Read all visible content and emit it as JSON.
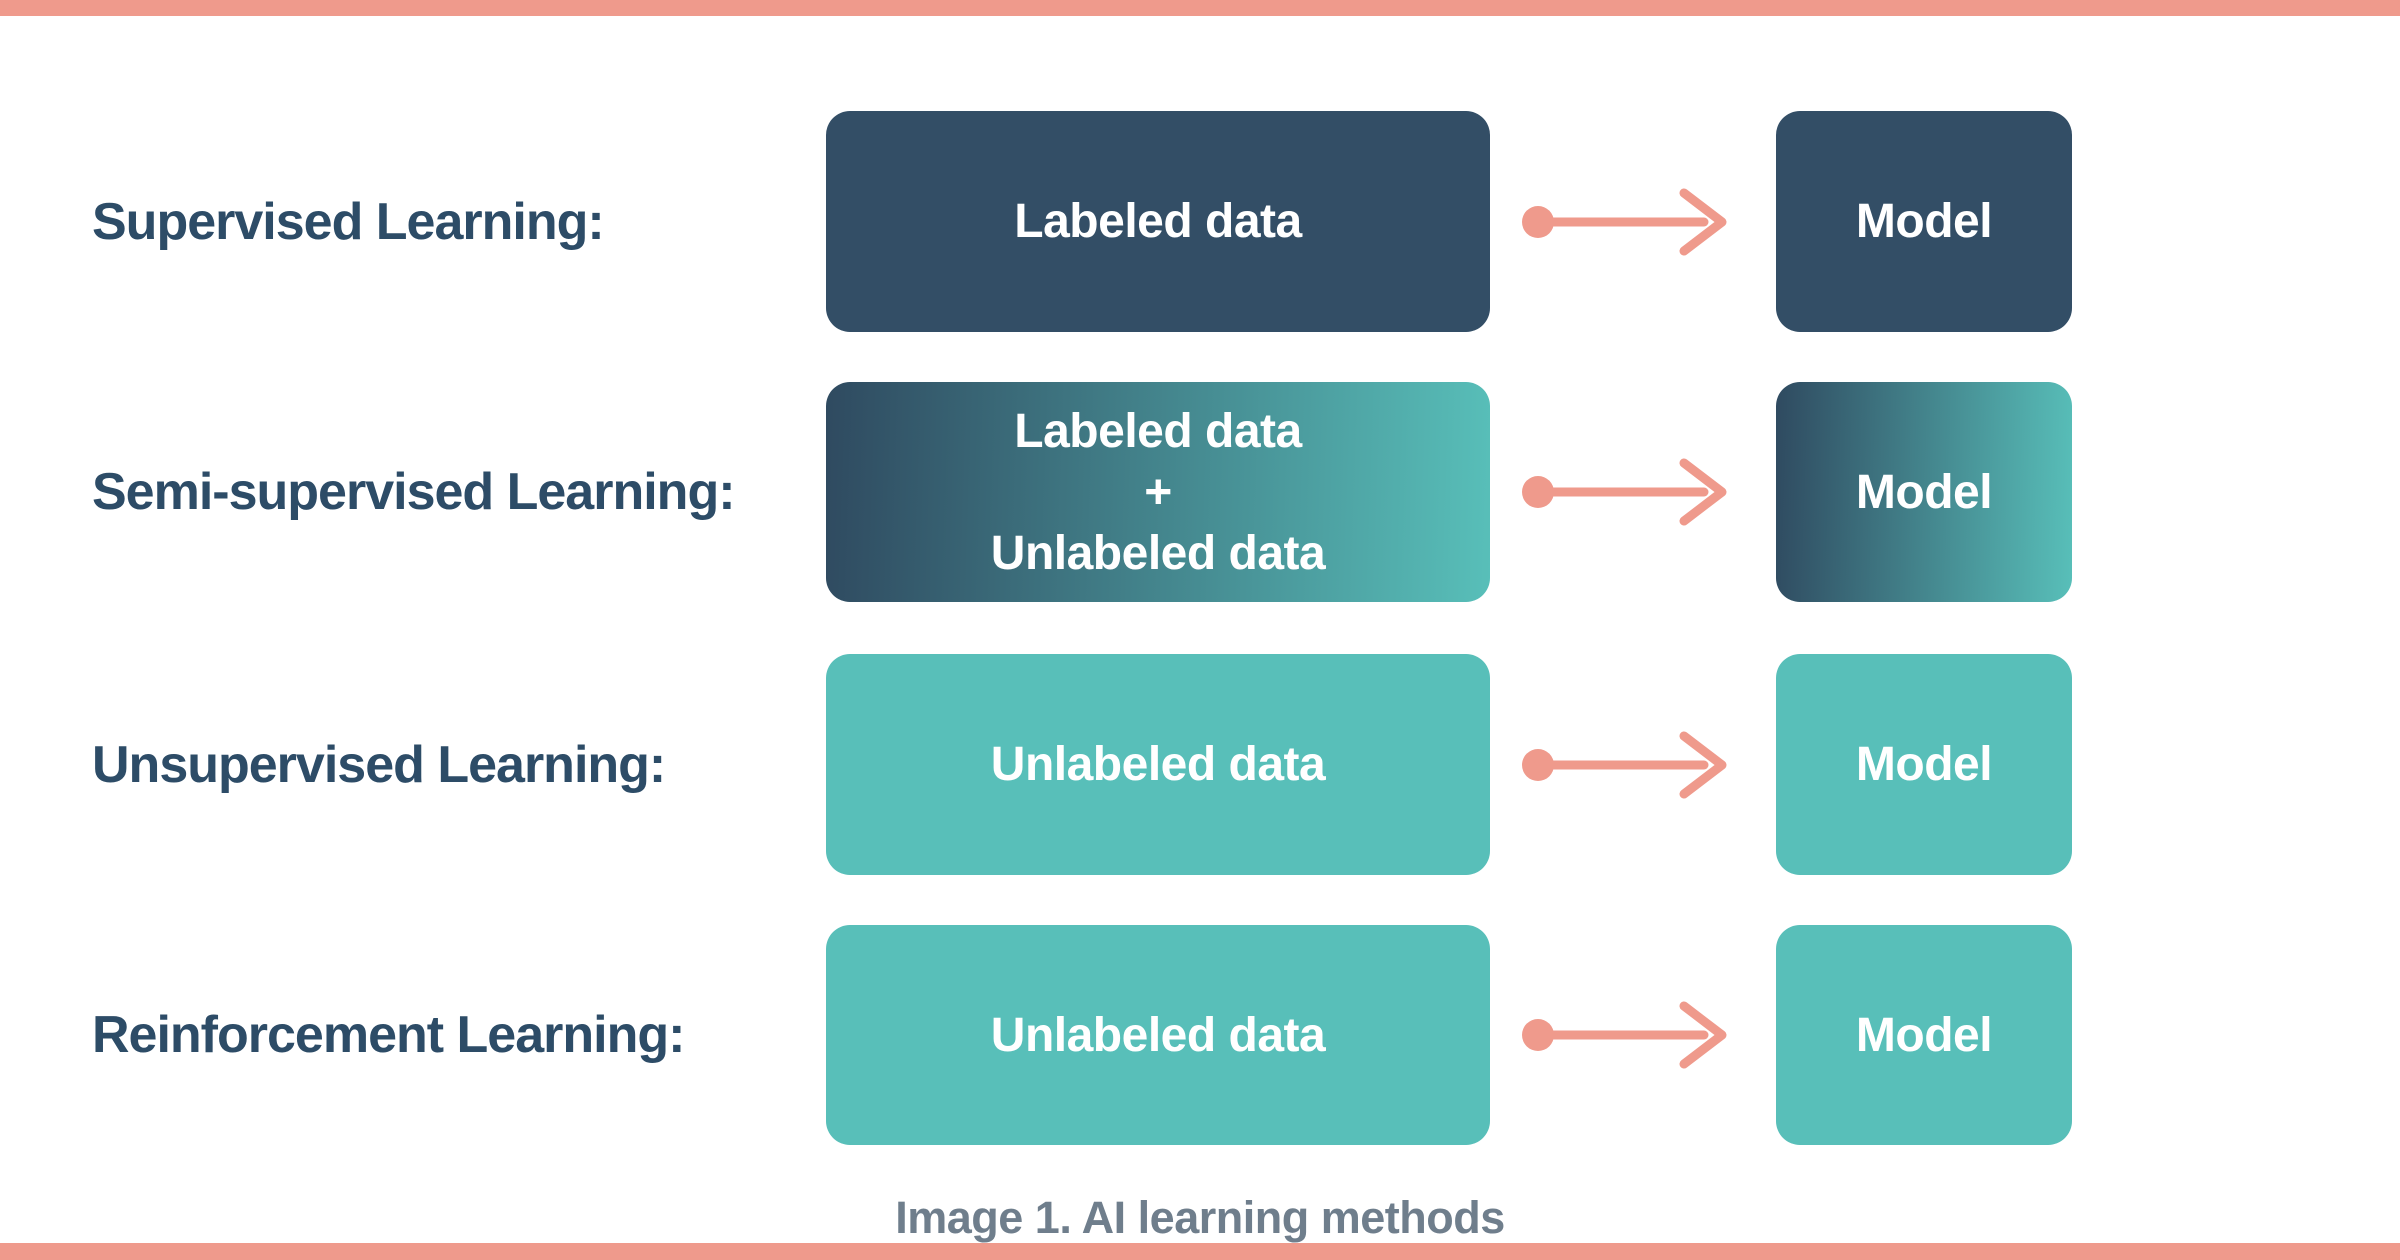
{
  "page": {
    "background": "#FFFFFF",
    "caption": "Image 1. AI learning methods"
  },
  "colors": {
    "accent_salmon": "#EF9A8C",
    "navy": "#334E66",
    "teal": "#58BFB9",
    "gradient_start": "#2F4A60",
    "gradient_end": "#58BFB9",
    "label_text": "#2D4C67",
    "box_text": "#FFFFFF",
    "caption_text": "#6F7E8C"
  },
  "rows": [
    {
      "label": "Supervised Learning:",
      "box_lines": [
        "Labeled data"
      ],
      "box_style": "navy",
      "model_label": "Model",
      "model_style": "navy"
    },
    {
      "label": "Semi-supervised Learning:",
      "box_lines": [
        "Labeled data",
        "+",
        "Unlabeled data"
      ],
      "box_style": "gradient",
      "model_label": "Model",
      "model_style": "gradient"
    },
    {
      "label": "Unsupervised Learning:",
      "box_lines": [
        "Unlabeled data"
      ],
      "box_style": "teal",
      "model_label": "Model",
      "model_style": "teal"
    },
    {
      "label": "Reinforcement Learning:",
      "box_lines": [
        "Unlabeled data"
      ],
      "box_style": "teal",
      "model_label": "Model",
      "model_style": "teal"
    }
  ]
}
